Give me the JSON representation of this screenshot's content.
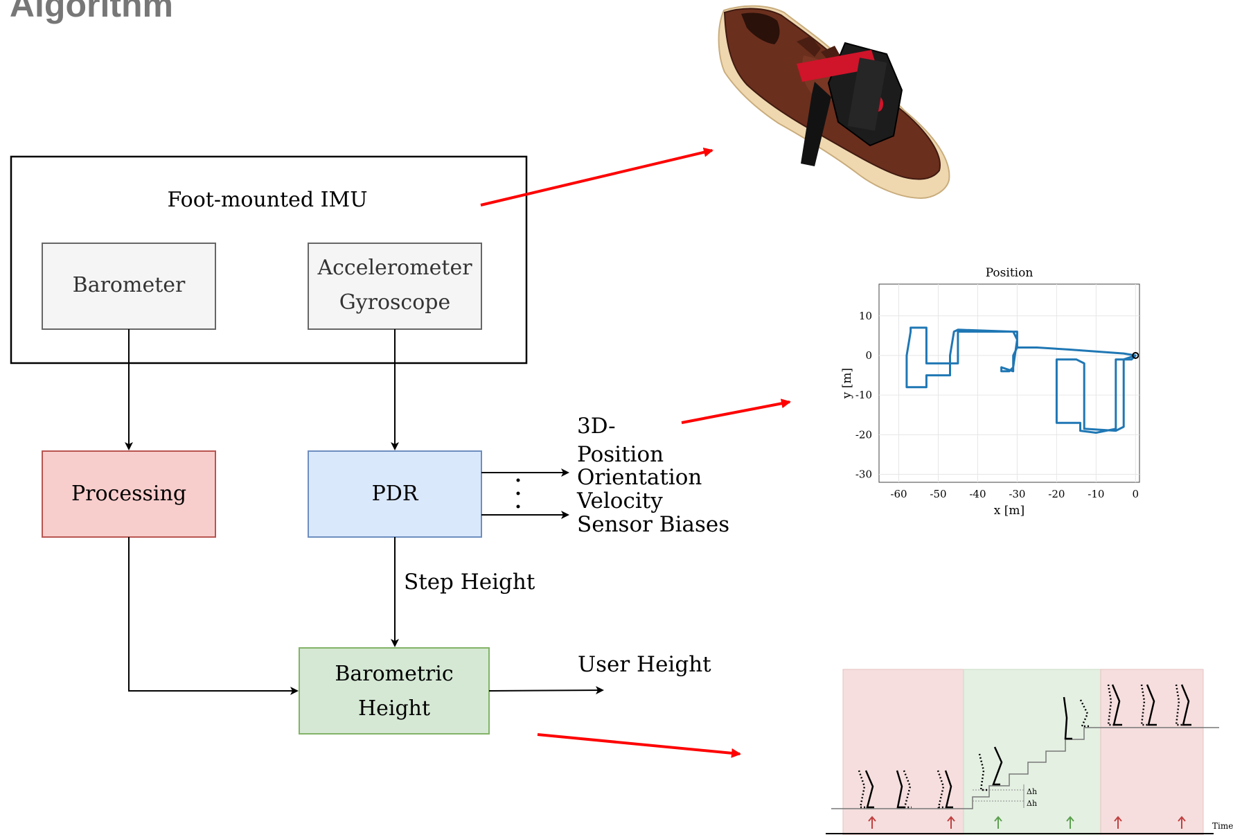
{
  "slide": {
    "title": "l Algorithm"
  },
  "diagram": {
    "imu_label": "Foot-mounted IMU",
    "barometer_label": "Barometer",
    "accel_line1": "Accelerometer",
    "accel_line2": "Gyroscope",
    "processing_label": "Processing",
    "pdr_label": "PDR",
    "baro_height_line1": "Barometric",
    "baro_height_line2": "Height",
    "step_height_label": "Step Height",
    "user_height_label": "User Height",
    "outputs": [
      "3D-",
      "Position",
      "Orientation",
      "Velocity",
      "Sensor Biases"
    ],
    "colors": {
      "processing_fill": "#f8cecc",
      "processing_stroke": "#b85450",
      "pdr_fill": "#dae8fc",
      "pdr_stroke": "#6c8ebf",
      "baro_fill": "#d5e8d4",
      "baro_stroke": "#82b366",
      "sensor_fill": "#f5f5f5",
      "sensor_stroke": "#666666",
      "pointer_arrow": "#ff0000"
    }
  },
  "position_plot": {
    "chart_data": {
      "type": "line",
      "title": "Position",
      "xlabel": "x [m]",
      "ylabel": "y [m]",
      "xlim": [
        -65,
        1
      ],
      "ylim": [
        -32,
        18
      ],
      "xticks": [
        -60,
        -50,
        -40,
        -30,
        -20,
        -10,
        0
      ],
      "yticks": [
        10,
        0,
        -10,
        -20,
        -30
      ],
      "grid": true,
      "series_color": "#1f77b4",
      "x": [
        0,
        -3,
        -10,
        -17,
        -25,
        -30,
        -31,
        -31,
        -34,
        -34,
        -32,
        -31,
        -30,
        -31,
        -45,
        -46,
        -47,
        -47,
        -53,
        -53,
        -58,
        -58,
        -57,
        -57,
        -53,
        -53,
        -45,
        -45,
        -30,
        -30,
        -25,
        -17,
        -10,
        -3,
        0,
        -3,
        -3,
        -5,
        -13,
        -13,
        -15,
        -20,
        -20,
        -16,
        -15,
        -14,
        -14,
        -10,
        -5,
        -5,
        -1,
        0
      ],
      "y": [
        0,
        0.5,
        1,
        1.5,
        2,
        2,
        0,
        -4,
        -3,
        -4,
        -4,
        -3,
        4,
        6,
        6.5,
        6,
        0,
        -5,
        -5,
        -8,
        -8,
        0,
        6,
        7,
        7,
        -2,
        -2,
        6,
        6,
        2,
        2,
        1.5,
        1,
        0.5,
        0,
        -1,
        -18,
        -19,
        -18.5,
        -2,
        -1,
        -1,
        -17,
        -17,
        -17,
        -17,
        -19,
        -19.5,
        -18.5,
        -1,
        -1,
        0
      ],
      "marker_point": {
        "x": 0,
        "y": 0
      }
    }
  },
  "stairs_figure": {
    "delta_label_1": "Δh",
    "delta_label_2": "Δh",
    "time_label": "Time",
    "region_colors": [
      "#f6dede",
      "#e4f0e2",
      "#f6dede"
    ]
  },
  "photo": {
    "description_icon": "shoe-with-imu"
  }
}
